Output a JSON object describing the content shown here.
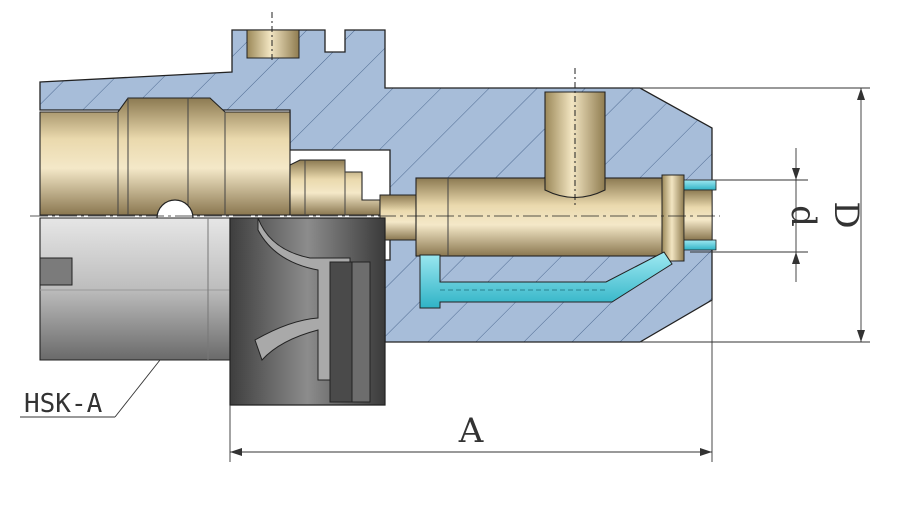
{
  "labels": {
    "holder_type": "HSK-A",
    "length_dim": "A",
    "outer_diameter_dim": "D",
    "bore_diameter_dim": "d"
  },
  "colors": {
    "section_fill": "#a7bdd9",
    "brass": "#d6c294",
    "steel_dark": "#5a5a5a",
    "steel_light": "#d0d0d0",
    "coolant": "#4fc7d6",
    "line": "#222222"
  }
}
